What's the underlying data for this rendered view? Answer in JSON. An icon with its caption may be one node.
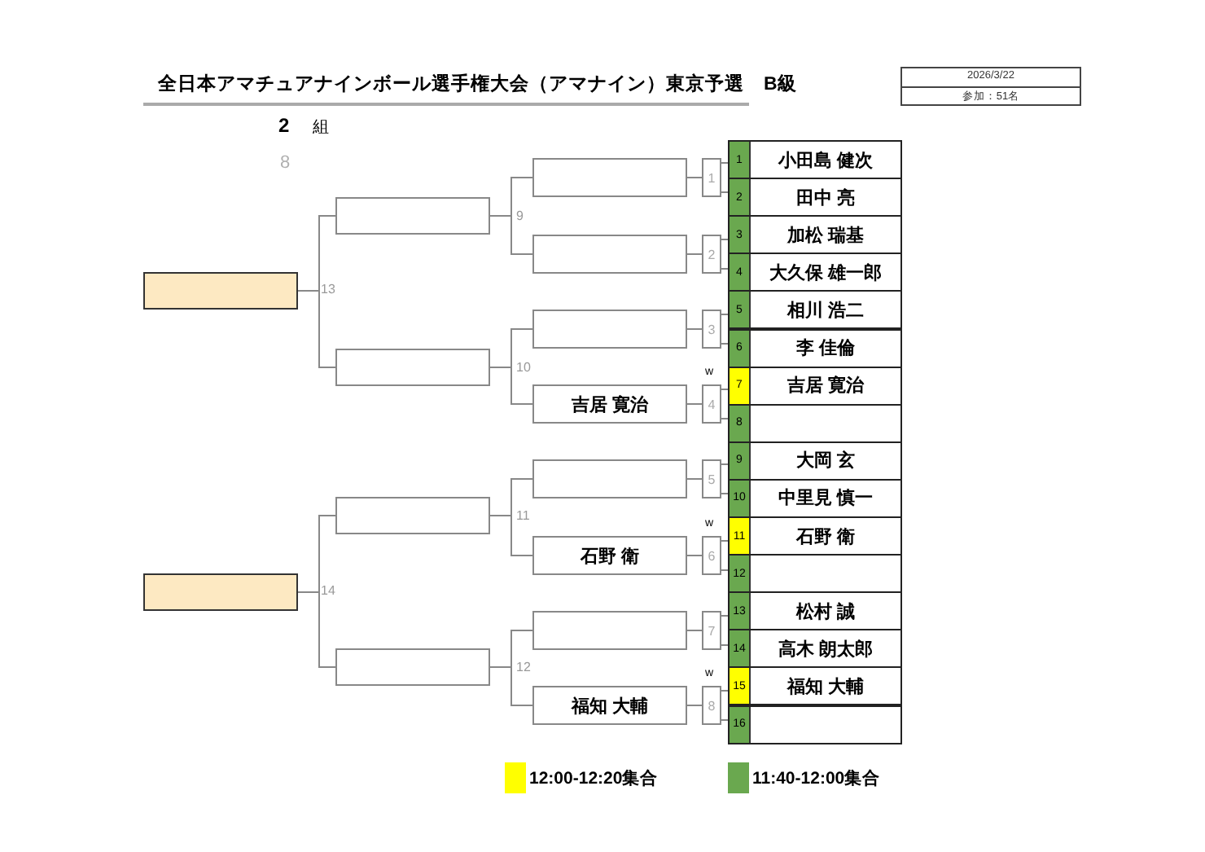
{
  "diagram": {
    "title": "全日本アマチュアナインボール選手権大会（アマナイン）東京予選　B級",
    "nodes": [
      {
        "text": [],
        "shape": "box"
      },
      {
        "text": [],
        "shape": "box"
      },
      {
        "text": [],
        "shape": "box"
      },
      {
        "text": [],
        "shape": "box"
      },
      {
        "text": [],
        "shape": "box"
      },
      {
        "text": [],
        "shape": "box"
      },
      {
        "text": [],
        "shape": "box"
      },
      {
        "text": [],
        "shape": "box"
      },
      {
        "text": [],
        "shape": "box"
      },
      {
        "text": [
          "吉居 寛治"
        ]
      },
      {
        "text": [],
        "shape": "box"
      },
      {
        "text": [
          "石野 衛"
        ]
      },
      {
        "text": [],
        "shape": "box"
      },
      {
        "text": [
          "福知 大輔"
        ]
      },
      {
        "text": [
          "1"
        ]
      },
      {
        "text": [
          "2"
        ]
      },
      {
        "text": [
          "3"
        ]
      },
      {
        "text": [
          "4"
        ],
        "beside": [
          "w"
        ]
      },
      {
        "text": [
          "5"
        ]
      },
      {
        "text": [
          "6"
        ],
        "beside": [
          "w"
        ]
      },
      {
        "text": [
          "7"
        ]
      },
      {
        "text": [
          "8"
        ],
        "beside": [
          "w"
        ]
      },
      {
        "text": [
          "1",
          "小田島 健次"
        ]
      },
      {
        "text": [
          "2",
          "田中 亮"
        ]
      },
      {
        "text": [
          "3",
          "加松 瑞基"
        ]
      },
      {
        "text": [
          "4",
          "大久保 雄一郎"
        ]
      },
      {
        "text": [
          "5",
          "相川 浩二"
        ]
      },
      {
        "text": [
          "6",
          "李 佳倫"
        ]
      },
      {
        "text": [
          "7",
          "吉居 寛治"
        ]
      },
      {
        "text": [
          "8"
        ]
      },
      {
        "text": [
          "9",
          "大岡 玄"
        ]
      },
      {
        "text": [
          "10",
          "中里見 慎一"
        ]
      },
      {
        "text": [
          "11",
          "石野 衛"
        ]
      },
      {
        "text": [
          "12"
        ]
      },
      {
        "text": [
          "13",
          "松村 誠"
        ]
      },
      {
        "text": [
          "14",
          "高木 朗太郎"
        ]
      },
      {
        "text": [
          "15",
          "福知 大輔"
        ]
      },
      {
        "text": [
          "16"
        ]
      }
    ],
    "edges": [
      {
        "from": 22,
        "to": 14,
        "arrow": "none"
      },
      {
        "from": 23,
        "to": 14,
        "arrow": "none"
      },
      {
        "from": 24,
        "to": 15,
        "arrow": "none"
      },
      {
        "from": 25,
        "to": 15,
        "arrow": "none"
      },
      {
        "from": 26,
        "to": 16,
        "arrow": "none"
      },
      {
        "from": 27,
        "to": 16,
        "arrow": "none"
      },
      {
        "from": 28,
        "to": 17,
        "arrow": "none"
      },
      {
        "from": 29,
        "to": 17,
        "arrow": "none"
      },
      {
        "from": 30,
        "to": 18,
        "arrow": "none"
      },
      {
        "from": 31,
        "to": 18,
        "arrow": "none"
      },
      {
        "from": 32,
        "to": 19,
        "arrow": "none"
      },
      {
        "from": 33,
        "to": 19,
        "arrow": "none"
      },
      {
        "from": 34,
        "to": 20,
        "arrow": "none"
      },
      {
        "from": 35,
        "to": 20,
        "arrow": "none"
      },
      {
        "from": 36,
        "to": 21,
        "arrow": "none"
      },
      {
        "from": 37,
        "to": 21,
        "arrow": "none"
      },
      {
        "from": 14,
        "to": 6,
        "arrow": "none"
      },
      {
        "from": 15,
        "to": 7,
        "arrow": "none"
      },
      {
        "from": 16,
        "to": 8,
        "arrow": "none"
      },
      {
        "from": 17,
        "to": 9,
        "arrow": "none"
      },
      {
        "from": 18,
        "to": 10,
        "arrow": "none"
      },
      {
        "from": 19,
        "to": 11,
        "arrow": "none"
      },
      {
        "from": 20,
        "to": 12,
        "arrow": "none"
      },
      {
        "from": 21,
        "to": 13,
        "arrow": "none"
      },
      {
        "from": 6,
        "to": 2,
        "arrow": "none"
      },
      {
        "from": 7,
        "to": 2,
        "arrow": "none"
      },
      {
        "from": 8,
        "to": 3,
        "arrow": "none"
      },
      {
        "from": 9,
        "to": 3,
        "arrow": "none"
      },
      {
        "from": 10,
        "to": 4,
        "arrow": "none"
      },
      {
        "from": 11,
        "to": 4,
        "arrow": "none"
      },
      {
        "from": 12,
        "to": 5,
        "arrow": "none"
      },
      {
        "from": 13,
        "to": 5,
        "arrow": "none"
      },
      {
        "from": 2,
        "to": 0,
        "arrow": "none"
      },
      {
        "from": 3,
        "to": 0,
        "arrow": "none"
      },
      {
        "from": 4,
        "to": 1,
        "arrow": "none"
      },
      {
        "from": 5,
        "to": 1,
        "arrow": "none"
      }
    ],
    "labels": [
      "2026/3/22",
      "参加：51名",
      "2",
      "組",
      "8",
      "9",
      "13",
      "10",
      "11",
      "14",
      "12"
    ],
    "legend": [
      {
        "text": "12:00-12:20集合",
        "color": "#ffff00"
      },
      {
        "text": "11:40-12:00集合",
        "color": "#6aa84f"
      }
    ]
  }
}
